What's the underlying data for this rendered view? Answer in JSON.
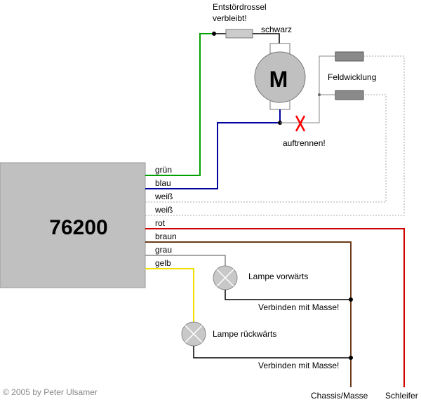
{
  "module": {
    "label": "76200"
  },
  "motor": {
    "label": "M",
    "choke_note_line1": "Entstördrossel",
    "choke_note_line2": "verbleibt!",
    "choke_wire": "schwarz"
  },
  "field": {
    "label": "Feldwicklung",
    "cut_note": "auftrennen!"
  },
  "wires": [
    "grün",
    "blau",
    "weiß",
    "weiß",
    "rot",
    "braun",
    "grau",
    "gelb"
  ],
  "lamps": {
    "forward": "Lampe vorwärts",
    "reverse": "Lampe rückwärts"
  },
  "ground_note": "Verbinden mit Masse!",
  "terminals": {
    "ground": "Chassis/Masse",
    "wiper": "Schleifer"
  },
  "copyright": "© 2005 by Peter Ulsamer",
  "colors": {
    "green": "#00a000",
    "blue": "#0000a0",
    "red": "#d00000",
    "brown": "#6b3a1a",
    "gray_wire": "#888888",
    "yellow": "#f0e000",
    "dotted": "#aaaaaa",
    "box_fill": "#c0c0c0",
    "cut_mark": "#ff0000"
  }
}
